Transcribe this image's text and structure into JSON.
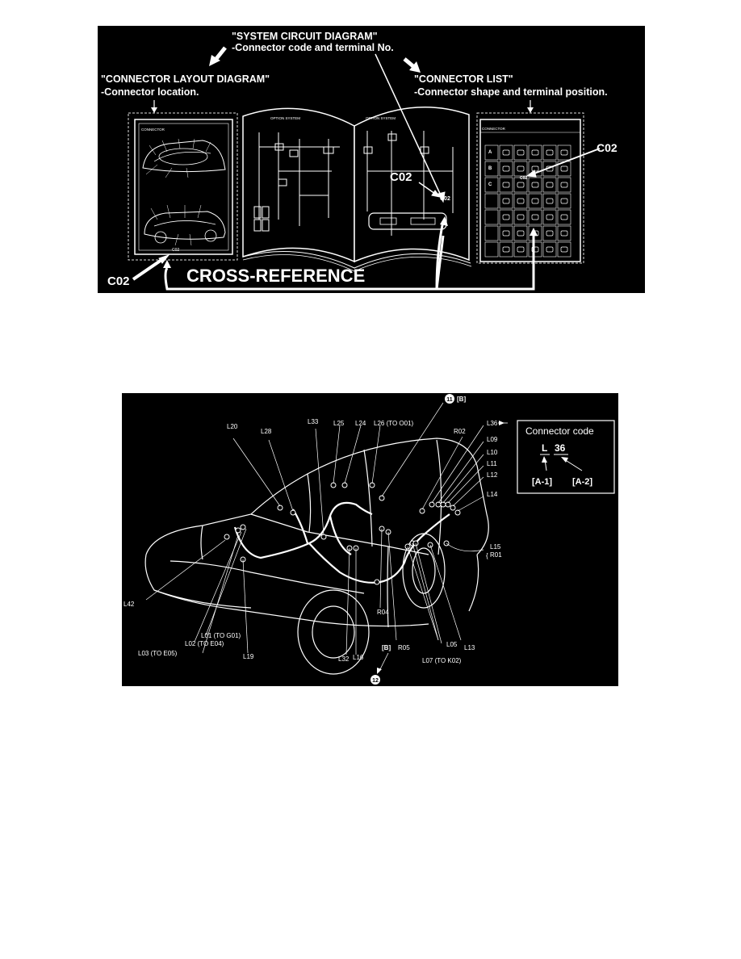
{
  "top": {
    "system_title": "\"SYSTEM CIRCUIT DIAGRAM\"",
    "system_sub": "-Connector code and terminal No.",
    "layout_title": "\"CONNECTOR  LAYOUT DIAGRAM\"",
    "layout_sub": "-Connector location.",
    "list_title": "\"CONNECTOR LIST\"",
    "list_sub": "-Connector shape and terminal position.",
    "cross_reference": "CROSS-REFERENCE",
    "c02_left": "C02",
    "c02_right": "C02",
    "c02_book_a": "C02",
    "c02_book_b": "C02",
    "page_connector_left": "CONNECTOR",
    "page_connector_right": "CONNECTOR",
    "page_system_left": "OPTION SYSTEM",
    "page_system_right": "OPTION SYSTEM",
    "grid_rows": [
      "A",
      "B",
      "C"
    ],
    "grid_c02": "C02"
  },
  "bottom": {
    "labels": {
      "L20": "L20",
      "L28": "L28",
      "L33": "L33",
      "L25": "L25",
      "L24": "L24",
      "L26": "L26 (TO O01)",
      "B_top": "[B]",
      "R02": "R02",
      "L36": "L36",
      "L09": "L09",
      "L10": "L10",
      "L11": "L11",
      "L12": "L12",
      "L14": "L14",
      "L15": "L15",
      "R01": "R01",
      "L42": "L42",
      "L01": "L01 (TO G01)",
      "L02": "L02 (TO E04)",
      "L03": "L03 (TO E05)",
      "L19": "L19",
      "L32": "L32",
      "L16": "L16",
      "B_bottom": "[B]",
      "R04": "R04",
      "R05": "R05",
      "L07": "L07 (TO K02)",
      "L05": "L05",
      "L13": "L13"
    },
    "circle_top": "11",
    "circle_bottom": "12",
    "code_box": {
      "title": "Connector code",
      "code_letter": "L",
      "code_number": "36",
      "ref1": "[A-1]",
      "ref2": "[A-2]"
    }
  }
}
